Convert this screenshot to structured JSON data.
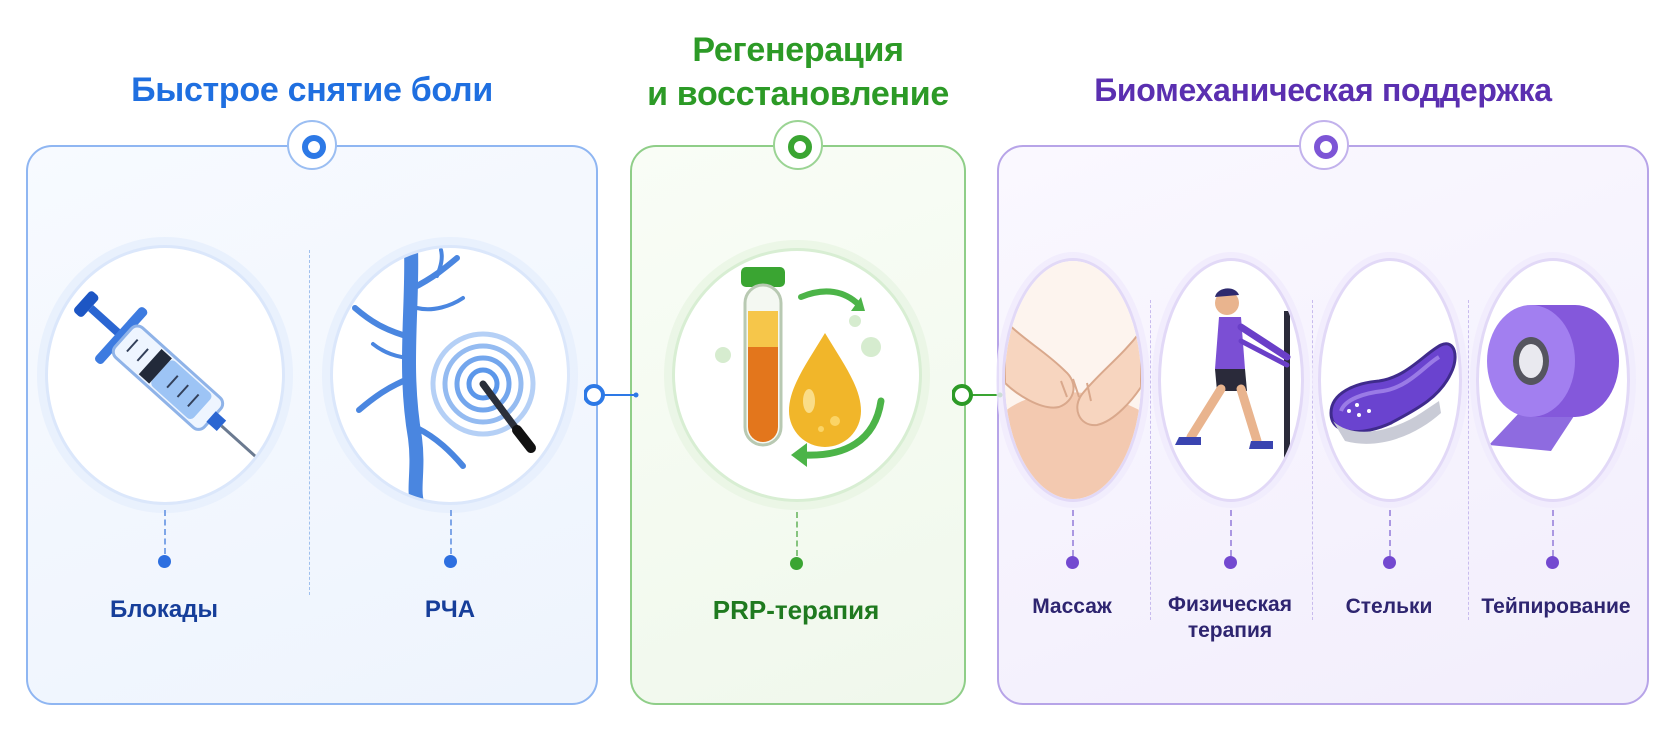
{
  "sections": [
    {
      "title": "Быстрое снятие боли",
      "items": [
        "Блокады",
        "РЧА"
      ]
    },
    {
      "title_line1": "Регенерация",
      "title_line2": "и восстановление",
      "items": [
        "PRP-терапия"
      ]
    },
    {
      "title": "Биомеханическая поддержка",
      "items": [
        "Массаж",
        "Физическая терапия",
        "Стельки",
        "Тейпирование"
      ]
    }
  ],
  "colors": {
    "blue": "#1f6fe0",
    "green": "#2c9a26",
    "purple": "#5a2fb0"
  },
  "icons": [
    "syringe-icon",
    "nerve-ablation-icon",
    "prp-tube-icon",
    "massage-icon",
    "physical-therapy-icon",
    "insole-icon",
    "tape-icon"
  ]
}
